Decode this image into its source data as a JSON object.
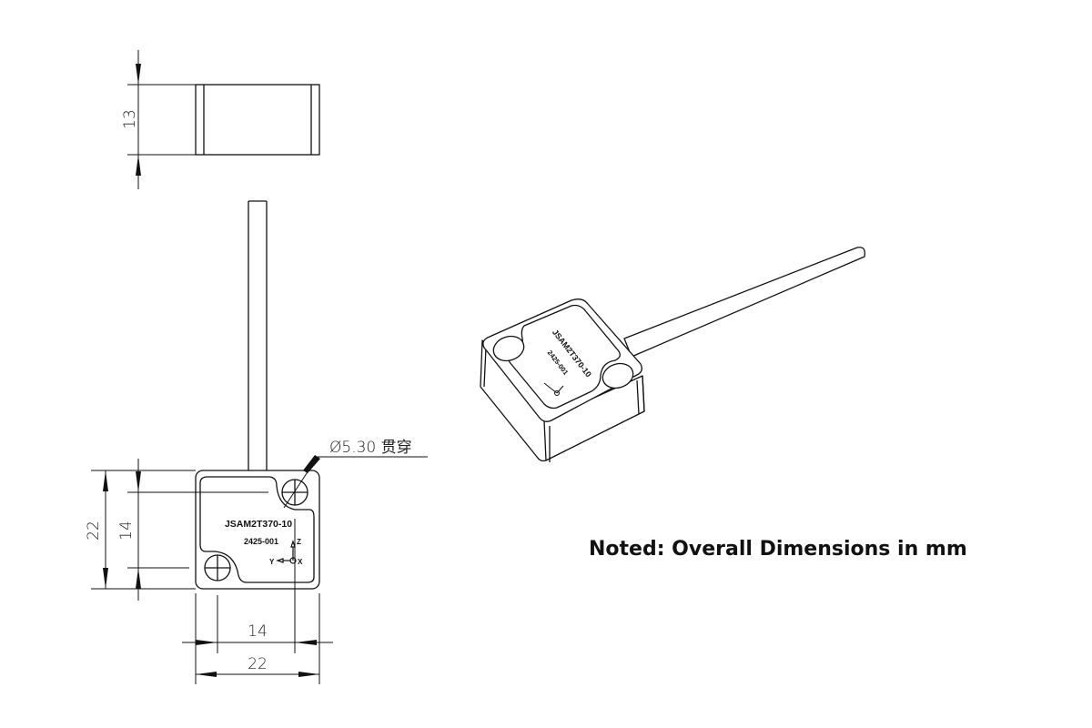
{
  "drawing": {
    "side_view": {
      "height_dim": "13"
    },
    "front_view": {
      "overall_height_dim": "22",
      "hole_spacing_vertical_dim": "14",
      "hole_spacing_horizontal_dim": "14",
      "overall_width_dim": "22",
      "hole_callout": "Ø5.30 贯穿",
      "model_label": "JSAM2T370-10",
      "serial_label": "2425-001",
      "axes": {
        "y": "Y",
        "z": "Z",
        "x": "X"
      }
    },
    "iso_view": {
      "model_label": "JSAM2T370-10",
      "serial_label": "2425-001"
    }
  },
  "note": "Noted: Overall Dimensions in mm"
}
